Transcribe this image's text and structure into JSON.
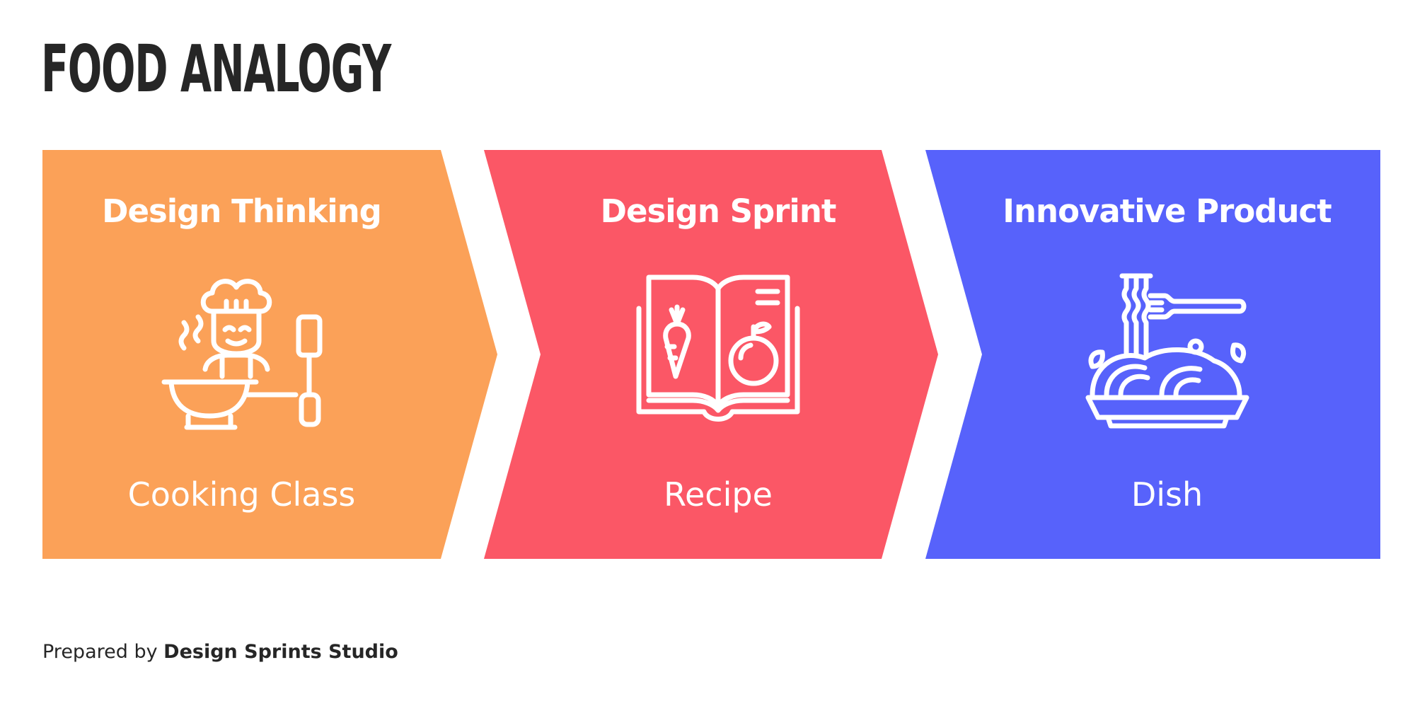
{
  "page": {
    "title": "FOOD ANALOGY"
  },
  "stages": [
    {
      "heading": "Design Thinking",
      "caption": "Cooking Class",
      "icon": "chef-icon",
      "color": "#FBA158"
    },
    {
      "heading": "Design Sprint",
      "caption": "Recipe",
      "icon": "recipe-book-icon",
      "color": "#FB5766"
    },
    {
      "heading": "Innovative Product",
      "caption": "Dish",
      "icon": "noodle-dish-icon",
      "color": "#5762FB"
    }
  ],
  "footer": {
    "prefix": "Prepared by ",
    "studio": "Design Sprints Studio"
  }
}
